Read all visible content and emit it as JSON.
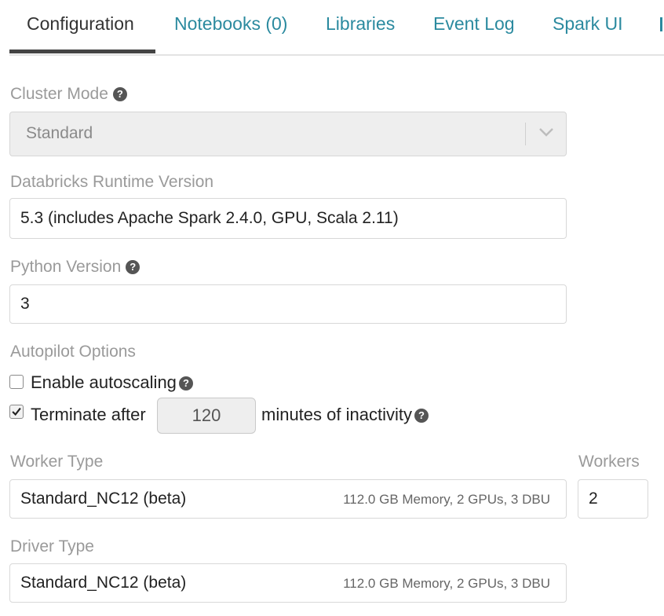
{
  "tabs": [
    {
      "label": "Configuration",
      "active": true
    },
    {
      "label": "Notebooks (0)",
      "active": false
    },
    {
      "label": "Libraries",
      "active": false
    },
    {
      "label": "Event Log",
      "active": false
    },
    {
      "label": "Spark UI",
      "active": false
    }
  ],
  "cluster_mode": {
    "label": "Cluster Mode",
    "value": "Standard",
    "help_icon": "question-circle-icon"
  },
  "runtime": {
    "label": "Databricks Runtime Version",
    "value": "5.3 (includes Apache Spark 2.4.0, GPU, Scala 2.11)"
  },
  "python": {
    "label": "Python Version",
    "value": "3",
    "help_icon": "question-circle-icon"
  },
  "autopilot": {
    "label": "Autopilot Options",
    "autoscaling": {
      "label": "Enable autoscaling",
      "checked": false
    },
    "terminate": {
      "label_before": "Terminate after",
      "minutes": "120",
      "label_after": "minutes of inactivity",
      "checked": true
    }
  },
  "worker_type": {
    "label": "Worker Type",
    "value": "Standard_NC12 (beta)",
    "spec": "112.0 GB Memory, 2 GPUs, 3 DBU"
  },
  "workers": {
    "label": "Workers",
    "value": "2"
  },
  "driver_type": {
    "label": "Driver Type",
    "value": "Standard_NC12 (beta)",
    "spec": "112.0 GB Memory, 2 GPUs, 3 DBU"
  },
  "colors": {
    "accent": "#2b8a9f",
    "label_gray": "#9a9a9a",
    "active_tab": "#333333"
  }
}
